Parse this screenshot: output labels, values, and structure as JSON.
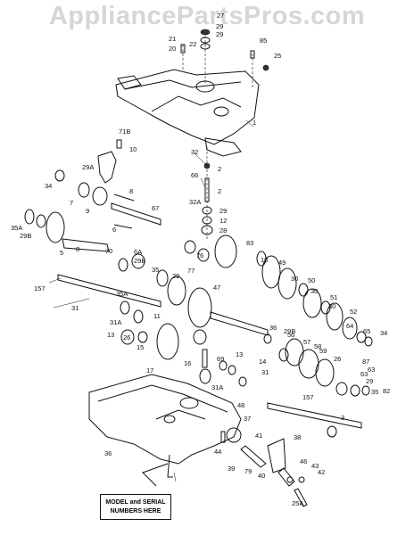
{
  "watermark": "AppliancePartsPros.com",
  "callout": {
    "line1": "MODEL and SERIAL",
    "line2": "NUMBERS HERE"
  },
  "labels": [
    "27",
    "29",
    "29",
    "21",
    "20",
    "22",
    "85",
    "25",
    "1",
    "71B",
    "10",
    "29A",
    "34",
    "7",
    "9",
    "8",
    "67",
    "35A",
    "29B",
    "6",
    "5",
    "8",
    "70",
    "6A",
    "29B",
    "35",
    "157",
    "35A",
    "29",
    "77",
    "76",
    "2",
    "32",
    "66",
    "2",
    "32A",
    "29",
    "12",
    "28",
    "83",
    "18",
    "49",
    "30",
    "50",
    "30",
    "51",
    "30",
    "52",
    "64",
    "65",
    "34",
    "87",
    "63",
    "63",
    "29",
    "35",
    "82",
    "11",
    "47",
    "31",
    "31A",
    "13",
    "26",
    "15",
    "17",
    "16",
    "69",
    "29B",
    "36",
    "56",
    "57",
    "58",
    "59",
    "26",
    "13",
    "14",
    "31A",
    "31",
    "48",
    "157",
    "3",
    "36",
    "37",
    "41",
    "38",
    "44",
    "39",
    "79",
    "40",
    "46",
    "43",
    "42",
    "25A"
  ]
}
